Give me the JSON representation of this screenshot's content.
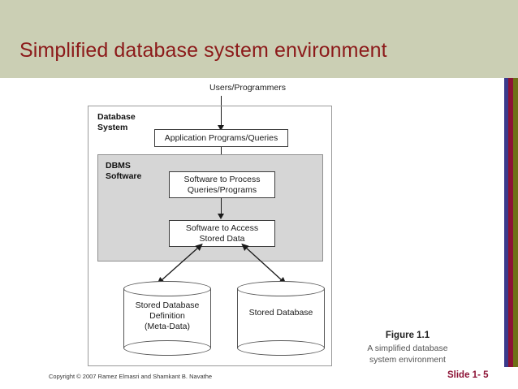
{
  "slide": {
    "title": "Simplified database system environment",
    "header_bg": "#cbcfb4",
    "title_color": "#8c1a1a"
  },
  "stripe": {
    "colors": [
      "#3a3a8c",
      "#8c1235",
      "#6e7016"
    ]
  },
  "diagram": {
    "users_label": "Users/Programmers",
    "database_system": {
      "label_line1": "Database",
      "label_line2": "System"
    },
    "application_programs": {
      "label": "Application Programs/Queries"
    },
    "dbms_software": {
      "label_line1": "DBMS",
      "label_line2": "Software"
    },
    "software_process": {
      "line1": "Software to Process",
      "line2": "Queries/Programs"
    },
    "software_access": {
      "line1": "Software to Access",
      "line2": "Stored Data"
    },
    "cylinders": [
      {
        "name": "stored-database-definition",
        "line1": "Stored Database",
        "line2": "Definition",
        "line3": "(Meta-Data)"
      },
      {
        "name": "stored-database",
        "line1": "Stored Database",
        "line2": "",
        "line3": ""
      }
    ]
  },
  "caption": {
    "title": "Figure 1.1",
    "line1": "A simplified database",
    "line2": "system environment"
  },
  "footer": {
    "copyright": "Copyright © 2007 Ramez Elmasri and Shamkant B. Navathe",
    "slide_number": "Slide 1- 5"
  }
}
